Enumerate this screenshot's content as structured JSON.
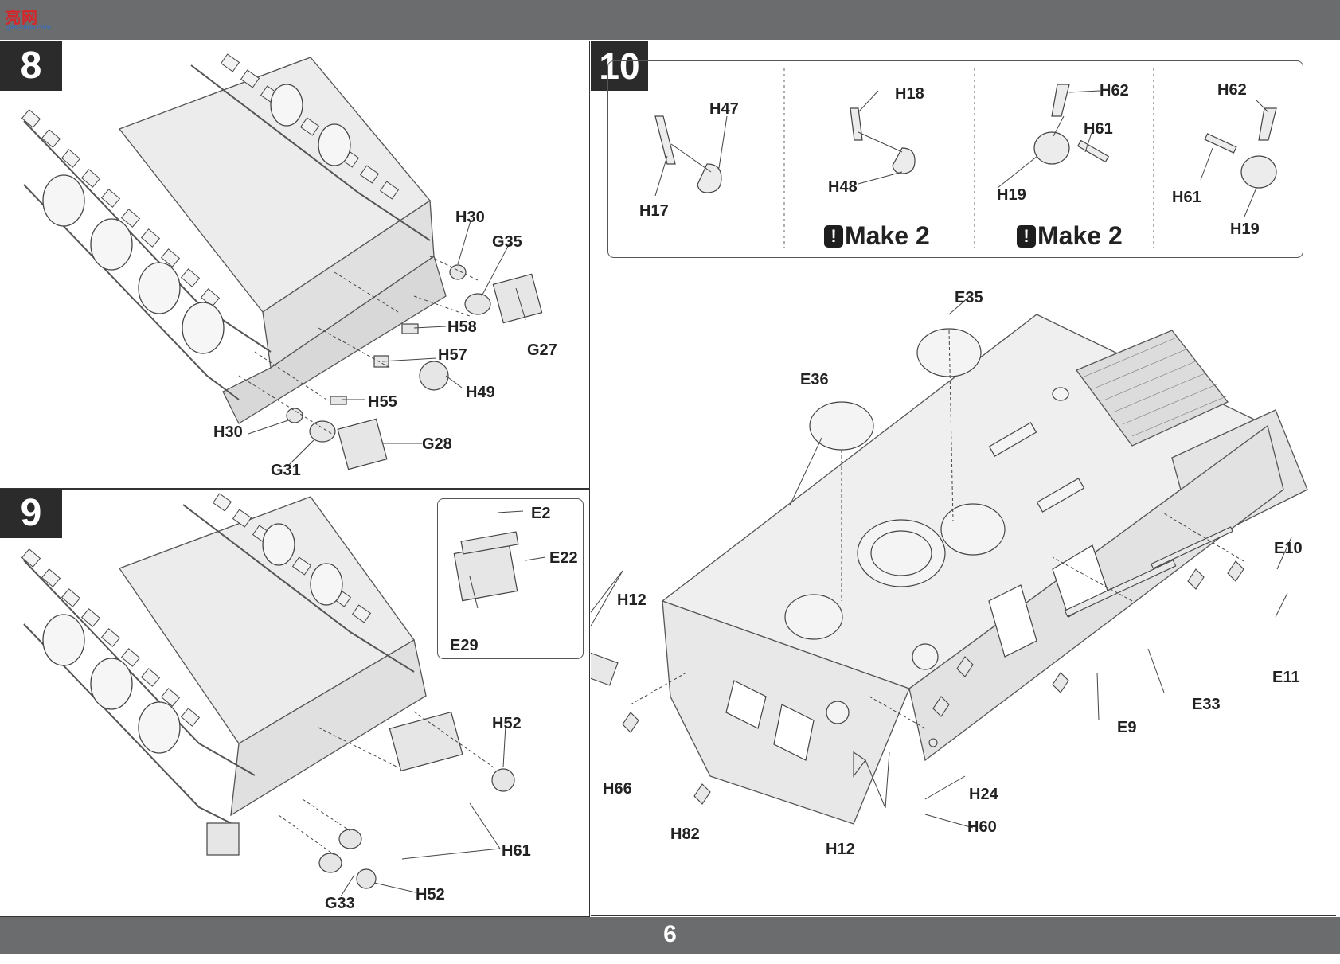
{
  "header": {
    "logo_text": "亮网",
    "logo_sub": "gas-shou.com"
  },
  "footer": {
    "page_number": "6"
  },
  "steps": {
    "step8": {
      "number": "8",
      "labels": {
        "h30_top": "H30",
        "g35": "G35",
        "g27": "G27",
        "h58": "H58",
        "h57": "H57",
        "h49": "H49",
        "h55": "H55",
        "h30_bottom": "H30",
        "g28": "G28",
        "g31": "G31"
      }
    },
    "step9": {
      "number": "9",
      "labels": {
        "e2": "E2",
        "e22": "E22",
        "e29": "E29",
        "h52_top": "H52",
        "h61": "H61",
        "h52_bottom": "H52",
        "g33": "G33"
      }
    },
    "step10": {
      "number": "10",
      "subassemblies": [
        {
          "labels": [
            "H47",
            "H17"
          ]
        },
        {
          "labels": [
            "H18",
            "H48"
          ],
          "note": "Make 2"
        },
        {
          "labels": [
            "H62",
            "H61",
            "H19"
          ],
          "note": "Make 2"
        },
        {
          "labels": [
            "H62",
            "H61",
            "H19"
          ]
        }
      ],
      "labels": {
        "e35": "E35",
        "e36": "E36",
        "h12_left": "H12",
        "h66": "H66",
        "h82": "H82",
        "h12_bottom": "H12",
        "h24": "H24",
        "h60": "H60",
        "e9": "E9",
        "e33": "E33",
        "e10": "E10",
        "e11": "E11"
      }
    }
  }
}
